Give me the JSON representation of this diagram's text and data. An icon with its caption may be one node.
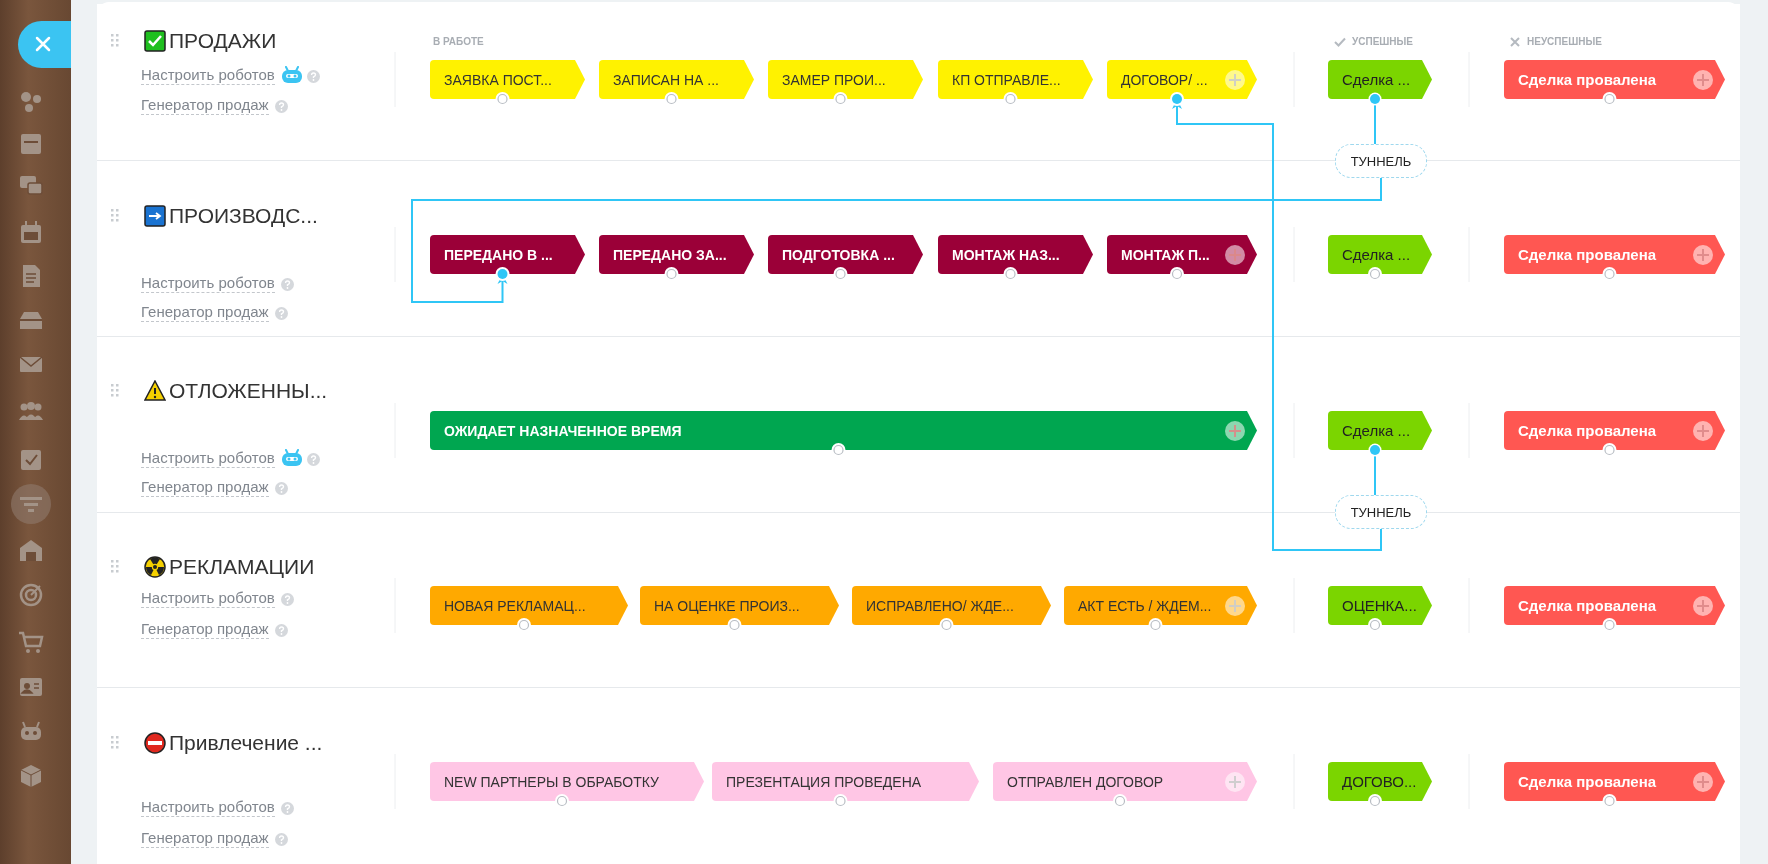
{
  "diagram": {
    "nodes": [
      {
        "text": [
          "ПРОДАЖИ",
          "Настроить роботов",
          "Генератор продаж"
        ]
      },
      {
        "text": [
          "ЗАЯВКА ПОСТ..."
        ],
        "in": 0
      },
      {
        "text": [
          "ЗАПИСАН НА ..."
        ],
        "in": 0
      },
      {
        "text": [
          "ЗАМЕР ПРОИ..."
        ],
        "in": 0
      },
      {
        "text": [
          "КП ОТПРАВЛЕ..."
        ],
        "in": 0
      },
      {
        "text": [
          "ДОГОВОР/ ..."
        ],
        "in": 0
      },
      {
        "text": [
          "Сделка ..."
        ],
        "in": 0
      },
      {
        "text": [
          "Сделка провалена"
        ],
        "in": 0
      },
      {
        "text": [
          "ТУННЕЛЬ"
        ]
      },
      {
        "text": [
          "ПРОИЗВОДС...",
          "Настроить роботов",
          "Генератор продаж"
        ]
      },
      {
        "text": [
          "ПЕРЕДАНО В ..."
        ],
        "in": 9
      },
      {
        "text": [
          "ПЕРЕДАНО ЗА..."
        ],
        "in": 9
      },
      {
        "text": [
          "ПОДГОТОВКА ..."
        ],
        "in": 9
      },
      {
        "text": [
          "МОНТАЖ НАЗ..."
        ],
        "in": 9
      },
      {
        "text": [
          "МОНТАЖ П..."
        ],
        "in": 9
      },
      {
        "text": [
          "Сделка ..."
        ],
        "in": 9
      },
      {
        "text": [
          "Сделка провалена"
        ],
        "in": 9
      },
      {
        "text": [
          "ОТЛОЖЕННЫ...",
          "Настроить роботов",
          "Генератор продаж"
        ]
      },
      {
        "text": [
          "ОЖИДАЕТ НАЗНАЧЕННОЕ ВРЕМЯ"
        ],
        "in": 17
      },
      {
        "text": [
          "Сделка ..."
        ],
        "in": 17
      },
      {
        "text": [
          "Сделка провалена"
        ],
        "in": 17
      },
      {
        "text": [
          "ТУННЕЛЬ"
        ]
      },
      {
        "text": [
          "РЕКЛАМАЦИИ",
          "Настроить роботов",
          "Генератор продаж"
        ]
      },
      {
        "text": [
          "НОВАЯ РЕКЛАМАЦ..."
        ],
        "in": 22
      },
      {
        "text": [
          "НА ОЦЕНКЕ ПРОИЗ..."
        ],
        "in": 22
      },
      {
        "text": [
          "ИСПРАВЛЕНО/ ЖДЕ..."
        ],
        "in": 22
      },
      {
        "text": [
          "АКТ ЕСТЬ / ЖДЕМ..."
        ],
        "in": 22
      },
      {
        "text": [
          "ОЦЕНКА..."
        ],
        "in": 22
      },
      {
        "text": [
          "Сделка провалена"
        ],
        "in": 22
      },
      {
        "text": [
          "Привлечение ...",
          "Настроить роботов",
          "Генератор продаж"
        ]
      },
      {
        "text": [
          "NEW ПАРТНЕРЫ В ОБРАБОТКУ"
        ],
        "in": 29
      },
      {
        "text": [
          "ПРЕЗЕНТАЦИЯ ПРОВЕДЕНА"
        ],
        "in": 29
      },
      {
        "text": [
          "ОТПРАВЛЕН ДОГОВОР"
        ],
        "in": 29
      },
      {
        "text": [
          "ДОГОВО..."
        ],
        "in": 29
      },
      {
        "text": [
          "Сделка провалена"
        ],
        "in": 29
      }
    ],
    "edges": [
      {
        "from": 6,
        "to": 8,
        "arrow": "other"
      },
      {
        "from": 8,
        "to": 10,
        "arrow": "to"
      },
      {
        "from": 19,
        "to": 21,
        "arrow": "other"
      },
      {
        "from": 21,
        "to": 5,
        "arrow": "to"
      }
    ],
    "labels": [
      "В РАБОТЕ",
      "УСПЕШНЫЕ",
      "НЕУСПЕШНЫЕ"
    ]
  }
}
